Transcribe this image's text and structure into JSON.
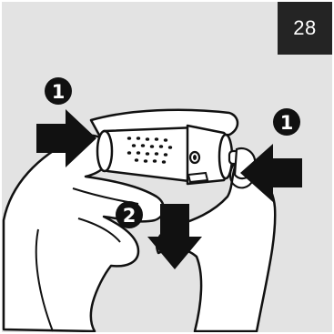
{
  "page": {
    "number": "28"
  },
  "steps": {
    "press_sides": "1",
    "pull_down": "2"
  },
  "colors": {
    "background": "#e3e3e3",
    "badge": "#242424",
    "line_art": "#111111",
    "fill": "#ffffff"
  },
  "icons": {
    "left_arrow": "arrow-right-icon",
    "right_arrow": "arrow-left-icon",
    "down_arrow": "arrow-down-icon"
  }
}
